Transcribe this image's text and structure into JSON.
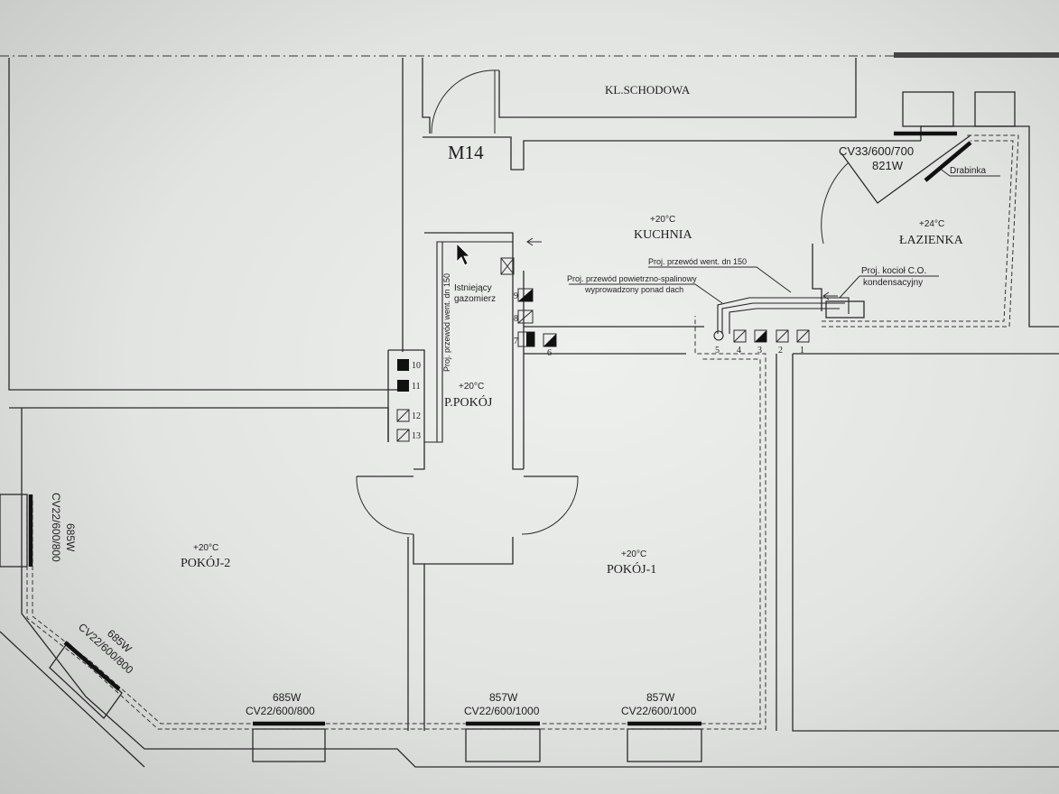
{
  "unit_label": "M14",
  "staircase": "KL.SCHODOWA",
  "rooms": {
    "kitchen": {
      "name": "KUCHNIA",
      "temp": "+20°C"
    },
    "bathroom": {
      "name": "ŁAZIENKA",
      "temp": "+24°C"
    },
    "hall": {
      "name": "P.POKÓJ",
      "temp": "+20°C"
    },
    "room1": {
      "name": "POKÓJ-1",
      "temp": "+20°C"
    },
    "room2": {
      "name": "POKÓJ-2",
      "temp": "+20°C"
    }
  },
  "annotations": {
    "ladder": "Drabinka",
    "vent": "Proj. przewód went. dn 150",
    "flue_line1": "Proj. przewód powietrzno-spalinowy",
    "flue_line2": "wyprowadzony ponad dach",
    "boiler_line1": "Proj. kocioł C.O.",
    "boiler_line2": "kondensacyjny",
    "gas_meter_line1": "Istniejący",
    "gas_meter_line2": "gazomierz",
    "vertical_vent": "Proj. przewód went. dn 150"
  },
  "radiators": {
    "bathroom": {
      "power": "821W",
      "model": "CV33/600/700"
    },
    "room2_left": {
      "power": "685W",
      "model": "CV22/600/800"
    },
    "room2_diag": {
      "power": "685W",
      "model": "CV22/600/800"
    },
    "room2_bottom": {
      "power": "685W",
      "model": "CV22/600/800"
    },
    "room1_left": {
      "power": "857W",
      "model": "CV22/600/1000"
    },
    "room1_right": {
      "power": "857W",
      "model": "CV22/600/1000"
    }
  },
  "manifold_numbers": [
    "1",
    "2",
    "3",
    "4",
    "5",
    "6",
    "7",
    "8",
    "9",
    "10",
    "11",
    "12",
    "13"
  ]
}
